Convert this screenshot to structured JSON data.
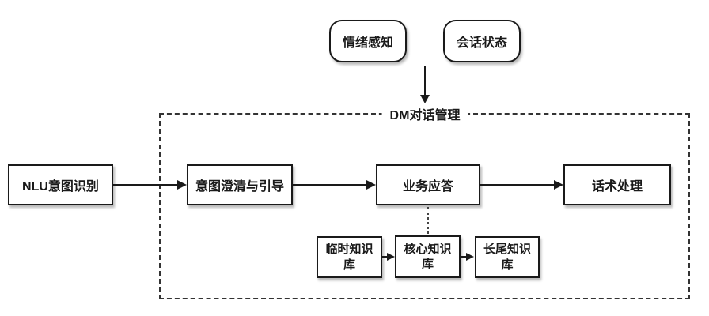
{
  "diagram": {
    "container_title": "DM对话管理",
    "inputs": [
      {
        "id": "emotion-perception",
        "label": "情绪感知"
      },
      {
        "id": "session-state",
        "label": "会话状态"
      }
    ],
    "pipeline": [
      {
        "id": "nlu-intent-recognition",
        "label": "NLU意图识别"
      },
      {
        "id": "intent-clarification-guidance",
        "label": "意图澄清与引导"
      },
      {
        "id": "business-response",
        "label": "业务应答"
      },
      {
        "id": "script-processing",
        "label": "话术处理"
      }
    ],
    "knowledge_bases": [
      {
        "id": "temporary-kb",
        "label": "临时知识库"
      },
      {
        "id": "core-kb",
        "label": "核心知识库"
      },
      {
        "id": "longtail-kb",
        "label": "长尾知识库"
      }
    ],
    "colors": {
      "background": "#ffffff",
      "stroke": "#1a1a1a",
      "dashed_border": "#333333"
    }
  }
}
